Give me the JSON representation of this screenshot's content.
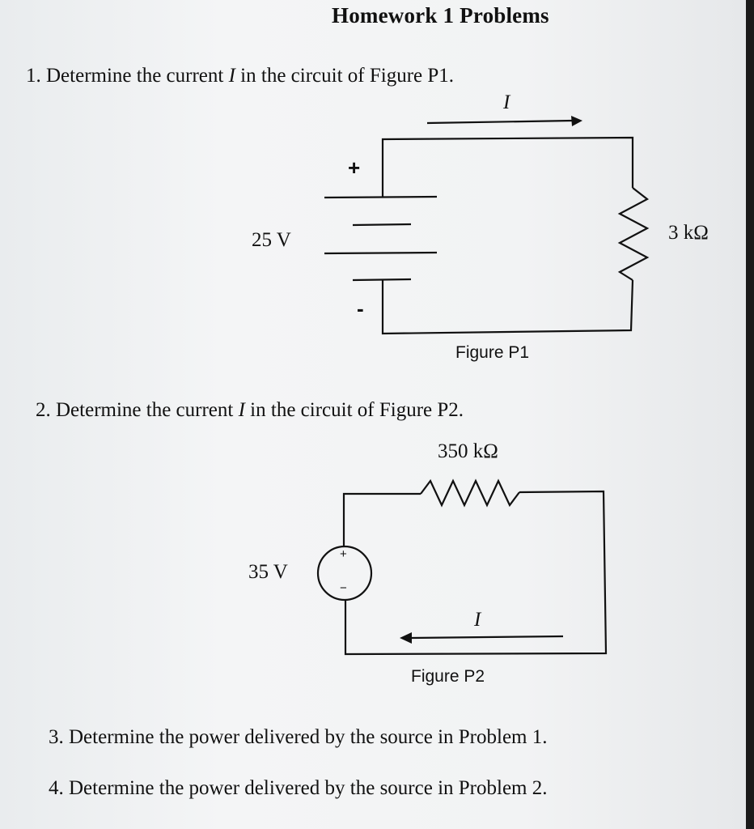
{
  "document": {
    "title": "Homework 1 Problems"
  },
  "problems": [
    {
      "number": "1.",
      "pre": "Determine the current ",
      "var": "I",
      "post": " in the circuit of Figure P1."
    },
    {
      "number": "2.",
      "pre": "Determine the current ",
      "var": "I",
      "post": " in the circuit of Figure P2."
    },
    {
      "number": "3.",
      "text": "Determine the power delivered by the source in Problem 1."
    },
    {
      "number": "4.",
      "text": "Determine the power delivered by the source in Problem 2."
    }
  ],
  "figure_p1": {
    "caption": "Figure P1",
    "current_label": "I",
    "source_voltage": "25 V",
    "plus_sign": "+",
    "minus_sign": "-",
    "resistor": "3 kΩ"
  },
  "figure_p2": {
    "caption": "Figure P2",
    "current_label": "I",
    "source_voltage": "35 V",
    "plus_sign": "+",
    "minus_sign": "−",
    "resistor": "350 kΩ"
  }
}
